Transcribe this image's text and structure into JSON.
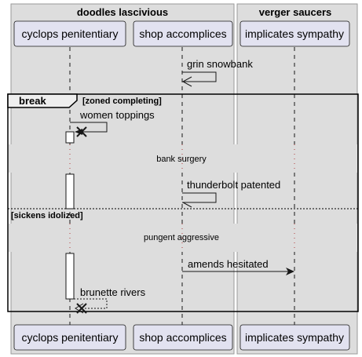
{
  "boxes": [
    {
      "title": "doodles lascivious",
      "fill": "#dddddd"
    },
    {
      "title": "verger saucers",
      "fill": "#dddddd"
    }
  ],
  "participants": [
    {
      "name": "cyclops penitentiary"
    },
    {
      "name": "shop accomplices"
    },
    {
      "name": "implicates sympathy"
    }
  ],
  "messages": [
    {
      "from": "shop accomplices",
      "to": "shop accomplices",
      "text": "grin snowbank",
      "style": "self-open-arrow"
    },
    {
      "from": "cyclops penitentiary",
      "to": "cyclops penitentiary",
      "text": "women toppings",
      "style": "self-destroy"
    },
    {
      "from": "shop accomplices",
      "to": "shop accomplices",
      "text": "thunderbolt patented",
      "style": "self-half-arrow"
    },
    {
      "from": "shop accomplices",
      "to": "implicates sympathy",
      "text": "amends hesitated",
      "style": "solid-filled-arrow"
    },
    {
      "from": "cyclops penitentiary",
      "to": "cyclops penitentiary",
      "text": "brunette rivers",
      "style": "dashed-self-destroy"
    }
  ],
  "delays": [
    {
      "text": "bank surgery"
    },
    {
      "text": "pungent aggressive"
    }
  ],
  "fragment": {
    "keyword": "break",
    "guard": "[zoned completing]",
    "else_guard": "[sickens idolized]"
  },
  "colors": {
    "participant_fill": "#e2e2f0",
    "participant_border": "#181818",
    "box_border": "#999999",
    "lifeline": "#181818",
    "activation_fill": "#ffffff"
  }
}
